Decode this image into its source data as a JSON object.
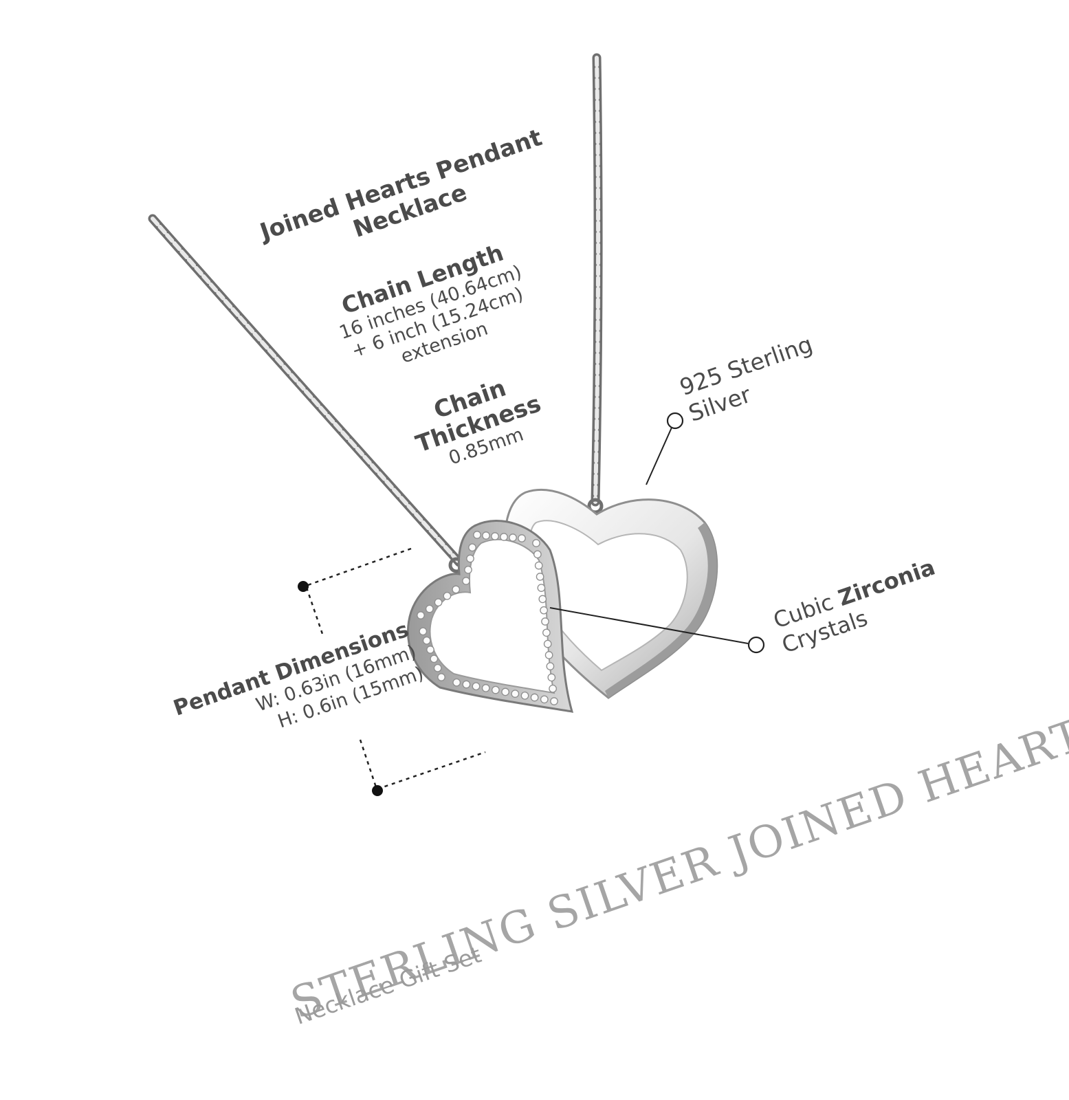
{
  "product": {
    "title_line1": "Joined Hearts Pendant",
    "title_line2": "Necklace"
  },
  "specs": {
    "chain_length": {
      "heading": "Chain Length",
      "line1": "16 inches (40.64cm)",
      "line2": "+ 6 inch (15.24cm)",
      "line3": "extension"
    },
    "chain_thickness": {
      "heading_line1": "Chain",
      "heading_line2": "Thickness",
      "value": "0.85mm"
    },
    "material": {
      "line1": "925 Sterling",
      "line2": "Silver"
    },
    "crystals": {
      "word1": "Cubic",
      "word2": "Zirconia",
      "line2": "Crystals"
    },
    "pendant_dimensions": {
      "heading": "Pendant Dimensions",
      "width_label": "W:",
      "width_value": "0.63in (16mm)",
      "height_label": "H:",
      "height_value": "0.6in (15mm)"
    }
  },
  "brand": {
    "title": "STERLING SILVER JOINED HEARTS",
    "subtitle": "Necklace Gift Set"
  },
  "icons": {
    "chain": "chain-icon",
    "heart_crystal": "crystal-heart-icon",
    "heart_plain": "silver-heart-icon",
    "callout_marker": "callout-circle-icon"
  },
  "colors": {
    "text": "#4a4a4a",
    "brand_text": "#a5a5a5",
    "silver_light": "#f4f4f4",
    "silver_dark": "#7a7a7a"
  }
}
